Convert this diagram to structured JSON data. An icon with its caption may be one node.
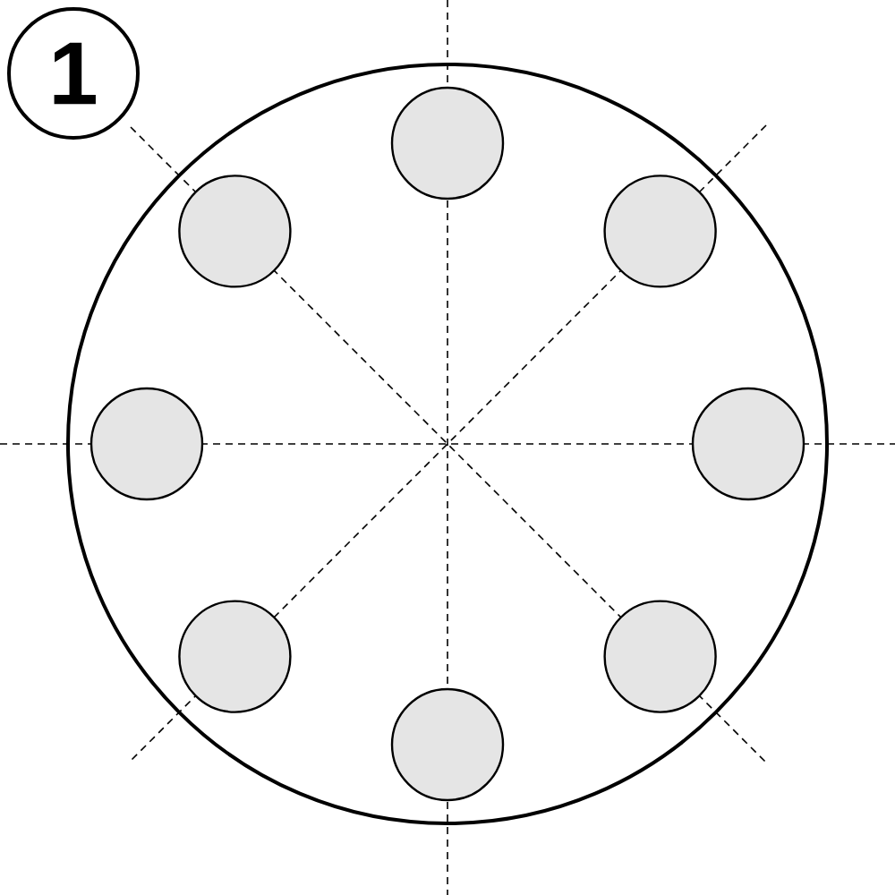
{
  "diagram": {
    "nodes": [
      {
        "text": [
          "1"
        ]
      },
      {
        "text": [],
        "shape": "circle"
      },
      {
        "text": [],
        "shape": "circle",
        "in": 1
      },
      {
        "text": [],
        "shape": "circle",
        "in": 1
      },
      {
        "text": [],
        "shape": "circle",
        "in": 1
      },
      {
        "text": [],
        "shape": "circle",
        "in": 1
      },
      {
        "text": [],
        "shape": "circle",
        "in": 1
      },
      {
        "text": [],
        "shape": "circle",
        "in": 1
      },
      {
        "text": [],
        "shape": "circle",
        "in": 1
      },
      {
        "text": [],
        "shape": "circle",
        "in": 1
      }
    ]
  }
}
